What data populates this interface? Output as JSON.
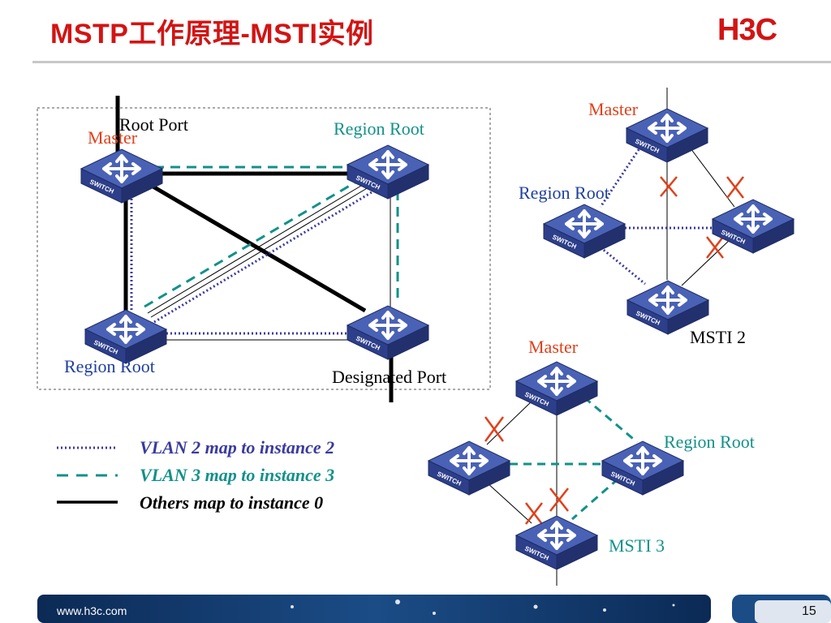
{
  "slide": {
    "title": "MSTP工作原理-MSTI实例",
    "logo": "H3C",
    "footer_url": "www.h3c.com",
    "page_number": "15"
  },
  "diagram_main": {
    "root_port_label": "Root Port",
    "master_label": "Master",
    "region_root_top": "Region Root",
    "region_root_bottom": "Region Root",
    "designated_port_label": "Designated Port",
    "switch_text": "SWITCH"
  },
  "msti2": {
    "master_label": "Master",
    "region_root_label": "Region Root",
    "instance_label": "MSTI 2"
  },
  "msti3": {
    "master_label": "Master",
    "region_root_label": "Region Root",
    "instance_label": "MSTI 3"
  },
  "legend": {
    "vlan2": "VLAN 2 map to instance 2",
    "vlan3": "VLAN 3 map to instance 3",
    "others": "Others map to instance 0"
  },
  "colors": {
    "title_red": "#d21414",
    "vlan2_blue": "#3a3aa0",
    "vlan3_teal": "#12918a",
    "block_red": "#e0401a",
    "switch_top": "#3f55a8",
    "switch_side": "#28387a"
  }
}
